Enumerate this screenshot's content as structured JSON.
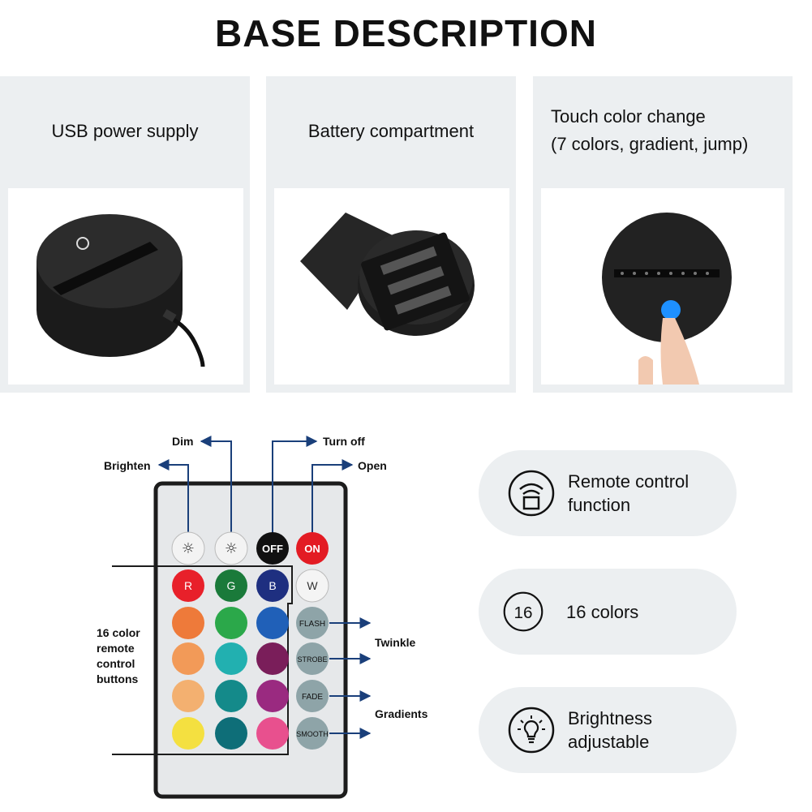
{
  "title": "BASE DESCRIPTION",
  "panels": [
    {
      "text": "USB power supply"
    },
    {
      "text": "Battery compartment"
    },
    {
      "text_line1": "Touch color change",
      "text_line2": "(7 colors, gradient, jump)"
    }
  ],
  "remote": {
    "labels": {
      "dim": "Dim",
      "turn_off": "Turn off",
      "brighten": "Brighten",
      "open": "Open",
      "color_buttons": [
        "16 color",
        "remote",
        "control",
        "buttons"
      ],
      "twinkle": "Twinkle",
      "gradients": "Gradients"
    },
    "buttons": {
      "off": "OFF",
      "on": "ON",
      "r": "R",
      "g": "G",
      "b": "B",
      "w": "W",
      "flash": "FLASH",
      "strobe": "STROBE",
      "fade": "FADE",
      "smooth": "SMOOTH"
    },
    "colors": {
      "red": "#e8202a",
      "green": "#1a7a3a",
      "blue": "#1e2f80",
      "white": "#f4f4f4",
      "off_bg": "#111111",
      "on_bg": "#e31b23"
    }
  },
  "features": [
    {
      "icon": "remote-signal-icon",
      "line1": "Remote control",
      "line2": "function"
    },
    {
      "icon": "number-16-icon",
      "icon_text": "16",
      "line1": "16 colors"
    },
    {
      "icon": "bulb-icon",
      "line1": "Brightness",
      "line2": "adjustable"
    }
  ]
}
